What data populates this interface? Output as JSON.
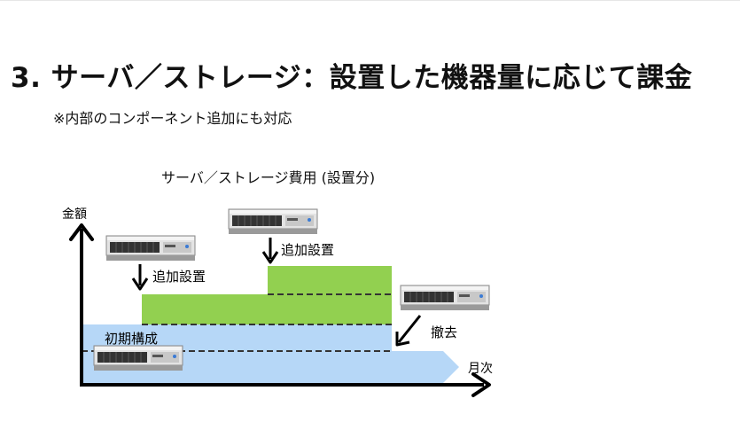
{
  "slide": {
    "title": "3. サーバ／ストレージ：設置した機器量に応じて課金",
    "subtitle": "※内部のコンポーネント追加にも対応"
  },
  "diagram": {
    "title": "サーバ／ストレージ費用 (設置分)",
    "y_axis_label": "金額",
    "x_axis_label": "月次",
    "labels": {
      "base": "初期構成",
      "add_1": "追加設置",
      "add_2": "追加設置",
      "remove": "撤去"
    },
    "colors": {
      "base_fill": "#b6d7f7",
      "added_fill": "#92d050",
      "axis": "#000000",
      "dash": "#333333"
    }
  }
}
